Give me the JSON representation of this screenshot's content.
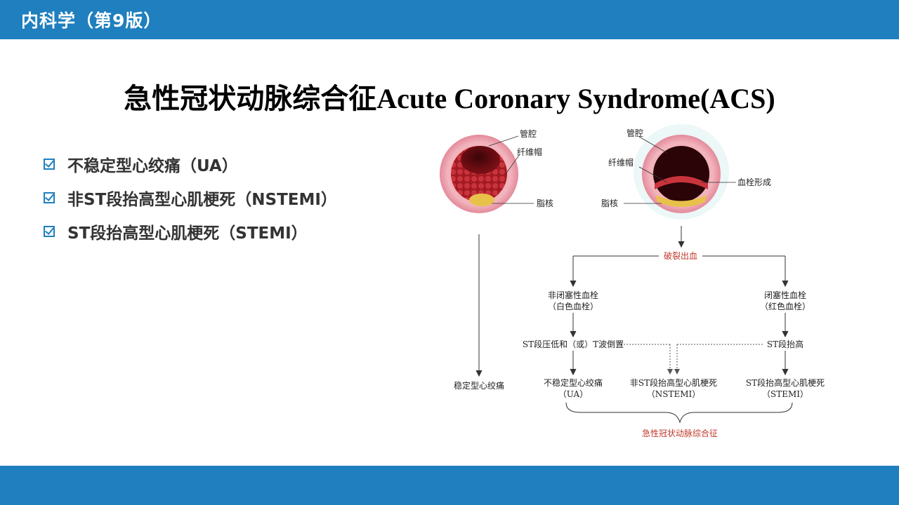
{
  "header": {
    "title": "内科学（第9版）"
  },
  "slide": {
    "title_zh": "急性冠状动脉综合征",
    "title_en": "Acute Coronary Syndrome(ACS)"
  },
  "bullets": [
    "不稳定型心绞痛（UA）",
    "非ST段抬高型心肌梗死（NSTEMI）",
    "ST段抬高型心肌梗死（STEMI）"
  ],
  "diagram": {
    "left_vessel": {
      "lumen": "管腔",
      "cap": "纤维帽",
      "core": "脂核"
    },
    "right_vessel": {
      "lumen": "管腔",
      "cap": "纤维帽",
      "thrombus": "血栓形成",
      "core": "脂核"
    },
    "rupture": "破裂出血",
    "stable_angina": "稳定型心绞痛",
    "nonocclusive": {
      "line1": "非闭塞性血栓",
      "line2": "（白色血栓）"
    },
    "occlusive": {
      "line1": "闭塞性血栓",
      "line2": "（红色血栓）"
    },
    "st_depression": "ST段压低和（或）T波倒置",
    "st_elevation": "ST段抬高",
    "ua": {
      "line1": "不稳定型心绞痛",
      "line2": "（UA）"
    },
    "nstemi": {
      "line1": "非ST段抬高型心肌梗死",
      "line2": "（NSTEMI）"
    },
    "stemi": {
      "line1": "ST段抬高型心肌梗死",
      "line2": "（STEMI）"
    },
    "acs": "急性冠状动脉综合征"
  },
  "colors": {
    "bar": "#1f7fbf",
    "accent_red": "#c0392b",
    "check": "#1f7fbf"
  }
}
